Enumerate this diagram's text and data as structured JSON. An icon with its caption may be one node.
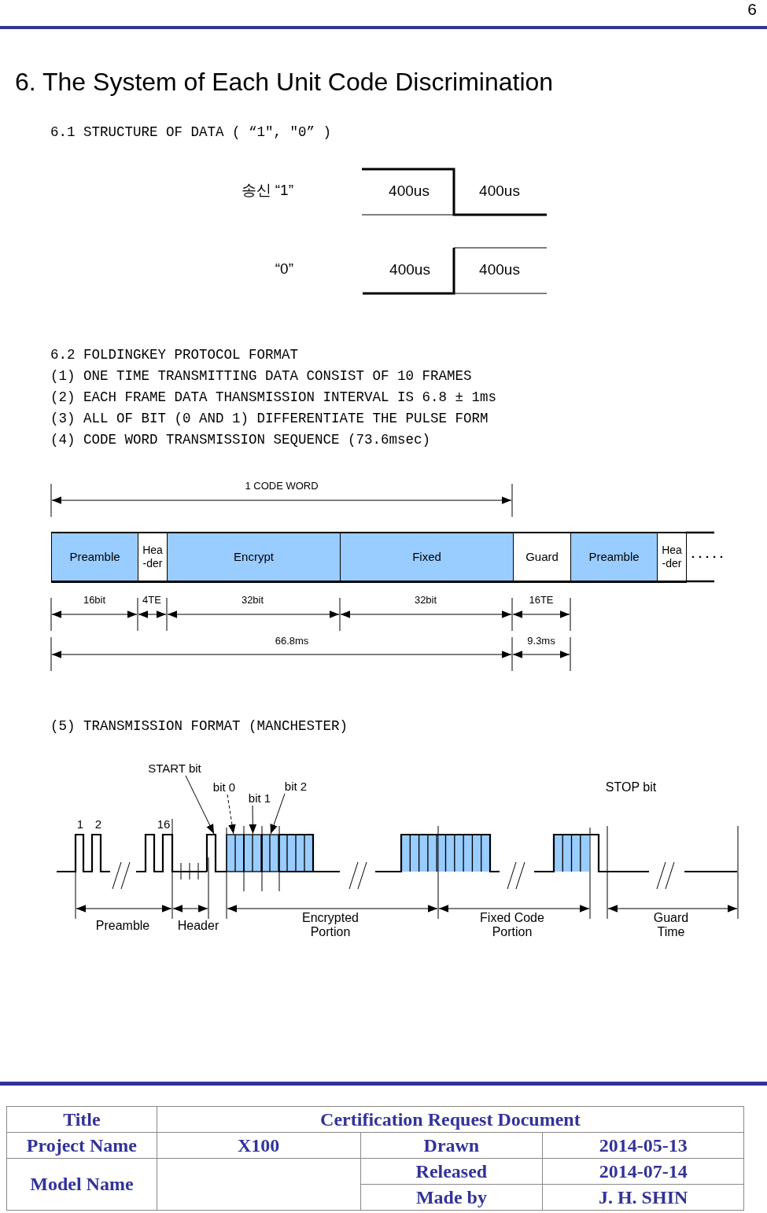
{
  "diagram": {
    "title": "6. The System of Each Unit Code Discrimination",
    "nodes": [
      {
        "text": [
          "Preamble"
        ]
      },
      {
        "text": [
          "Hea -der"
        ]
      },
      {
        "text": [
          "Encrypt"
        ]
      },
      {
        "text": [
          "Fixed"
        ]
      },
      {
        "text": [
          "Guard"
        ]
      },
      {
        "text": [
          "Preamble"
        ]
      },
      {
        "text": [
          "Hea -der"
        ]
      },
      {
        "text": [
          "START bit"
        ]
      },
      {
        "text": [
          "bit 0"
        ]
      },
      {
        "text": [
          "bit 1"
        ]
      },
      {
        "text": [
          "bit 2"
        ]
      },
      {
        "text": [],
        "shape": "bar"
      },
      {
        "text": [],
        "shape": "box"
      },
      {
        "text": [],
        "shape": "box"
      },
      {
        "text": [],
        "shape": "box"
      }
    ],
    "edges": [
      {
        "from": 7,
        "to": 11,
        "arrow": "to"
      },
      {
        "from": 8,
        "to": 12,
        "arrow": "to",
        "style": "dashed"
      },
      {
        "from": 9,
        "to": 13,
        "arrow": "to"
      },
      {
        "from": 10,
        "to": 14,
        "arrow": "to"
      }
    ],
    "labels": [
      "6",
      "6.1 STRUCTURE OF DATA ( “1\", \"0” )",
      "송신 “1”",
      "400us",
      "400us",
      "“0”",
      "400us",
      "400us",
      "6.2 FOLDINGKEY PROTOCOL FORMAT",
      "(1) ONE TIME TRANSMITTING DATA CONSIST OF 10 FRAMES",
      "(2) EACH FRAME DATA THANSMISSION INTERVAL IS 6.8 ± 1ms",
      "(3) ALL OF BIT (0 AND 1) DIFFERENTIATE THE PULSE FORM",
      "(4) CODE WORD TRANSMISSION SEQUENCE (73.6msec)",
      "1 CODE WORD",
      "16bit",
      "4TE",
      "32bit",
      "32bit",
      "16TE",
      "66.8ms",
      "9.3ms",
      "(5) TRANSMISSION FORMAT (MANCHESTER)",
      "STOP bit",
      "1",
      "2",
      "16",
      "Preamble",
      "Header",
      "Encrypted Portion",
      "Fixed Code Portion",
      "Guard Time",
      "Title",
      "Certification Request Document",
      "Project Name",
      "X100",
      "Drawn",
      "2014-05-13",
      "Model Name",
      "Released",
      "2014-07-14",
      "Made by",
      "J. H. SHIN"
    ]
  }
}
